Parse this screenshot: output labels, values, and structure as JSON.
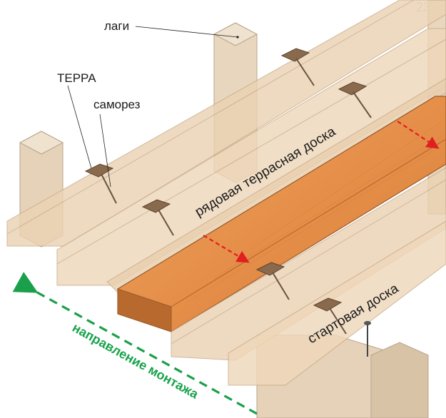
{
  "page_number": "23",
  "labels": {
    "joists": "лаги",
    "clip": "ТЕРРА",
    "screw": "саморез",
    "row_board": "рядовая террасная доска",
    "start_board": "стартовая доска",
    "direction": "направление монтажа"
  },
  "colors": {
    "board_highlight": "#e3934f",
    "board_translucent": "#e8c9a5",
    "joist": "#e6d2b8",
    "clip": "#8a6a4c",
    "arrow_red": "#e02020",
    "arrow_green": "#1aa04a"
  }
}
